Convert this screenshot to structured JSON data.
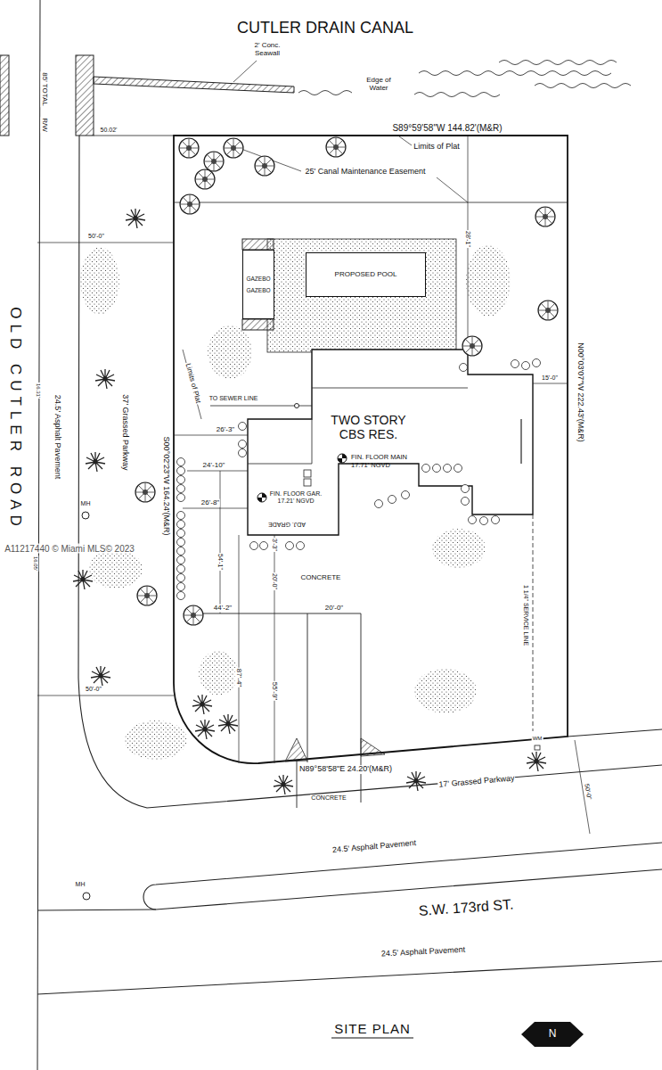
{
  "diagram": {
    "title": "SITE PLAN",
    "nodes": [
      {
        "text": [
          "TWO STORY CBS RES.",
          "FIN. FLOOR MAIN 17.71' NGVD"
        ]
      },
      {
        "text": [
          "PROPOSED POOL"
        ]
      },
      {
        "text": [
          "GAZEBO",
          "GAZEBO"
        ]
      }
    ],
    "labels": [
      "CUTLER DRAIN CANAL",
      "2' Conc. Seawall",
      "Edge of Water",
      "85' TOTAL",
      "R/W",
      "50.02'",
      "S89°59'58\"W 144.82'(M&R)",
      "Limits of Plat",
      "25' Canal Maintenance Easement",
      "28'-1\"",
      "50'-0\"",
      "Limits of Plat",
      "OLD CUTLER ROAD",
      "24.5' Asphalt Pavement",
      "37' Grassed Parkway",
      "16.31'",
      "16.05'",
      "MH",
      "A11217440 © Miami MLS© 2023",
      "TO SEWER LINE",
      "S00°02'23\"W 164.24'(M&R)",
      "26'-3\"",
      "24'-10\"",
      "26'-8\"",
      "54'-1\"",
      "FIN. FLOOR GAR. 17.21' NGVD",
      "ADJ. GRADE",
      "3'-3\"",
      "20'-0\"",
      "CONCRETE",
      "87'-4\"",
      "55'-9\"",
      "44'-2\"",
      "20'-0\"",
      "50'-0\"",
      "N00°03'07\"W 222.43'(M&R)",
      "15'-0\"",
      "1 1/4\" SERVICE LINE",
      "WM",
      "N89°58'58\"E 24.20'(M&R)",
      "CONCRETE",
      "17' Grassed Parkway",
      "50'-0\"",
      "24.5' Asphalt Pavement",
      "MH",
      "S.W. 173rd ST.",
      "24.5' Asphalt Pavement",
      "N"
    ]
  }
}
